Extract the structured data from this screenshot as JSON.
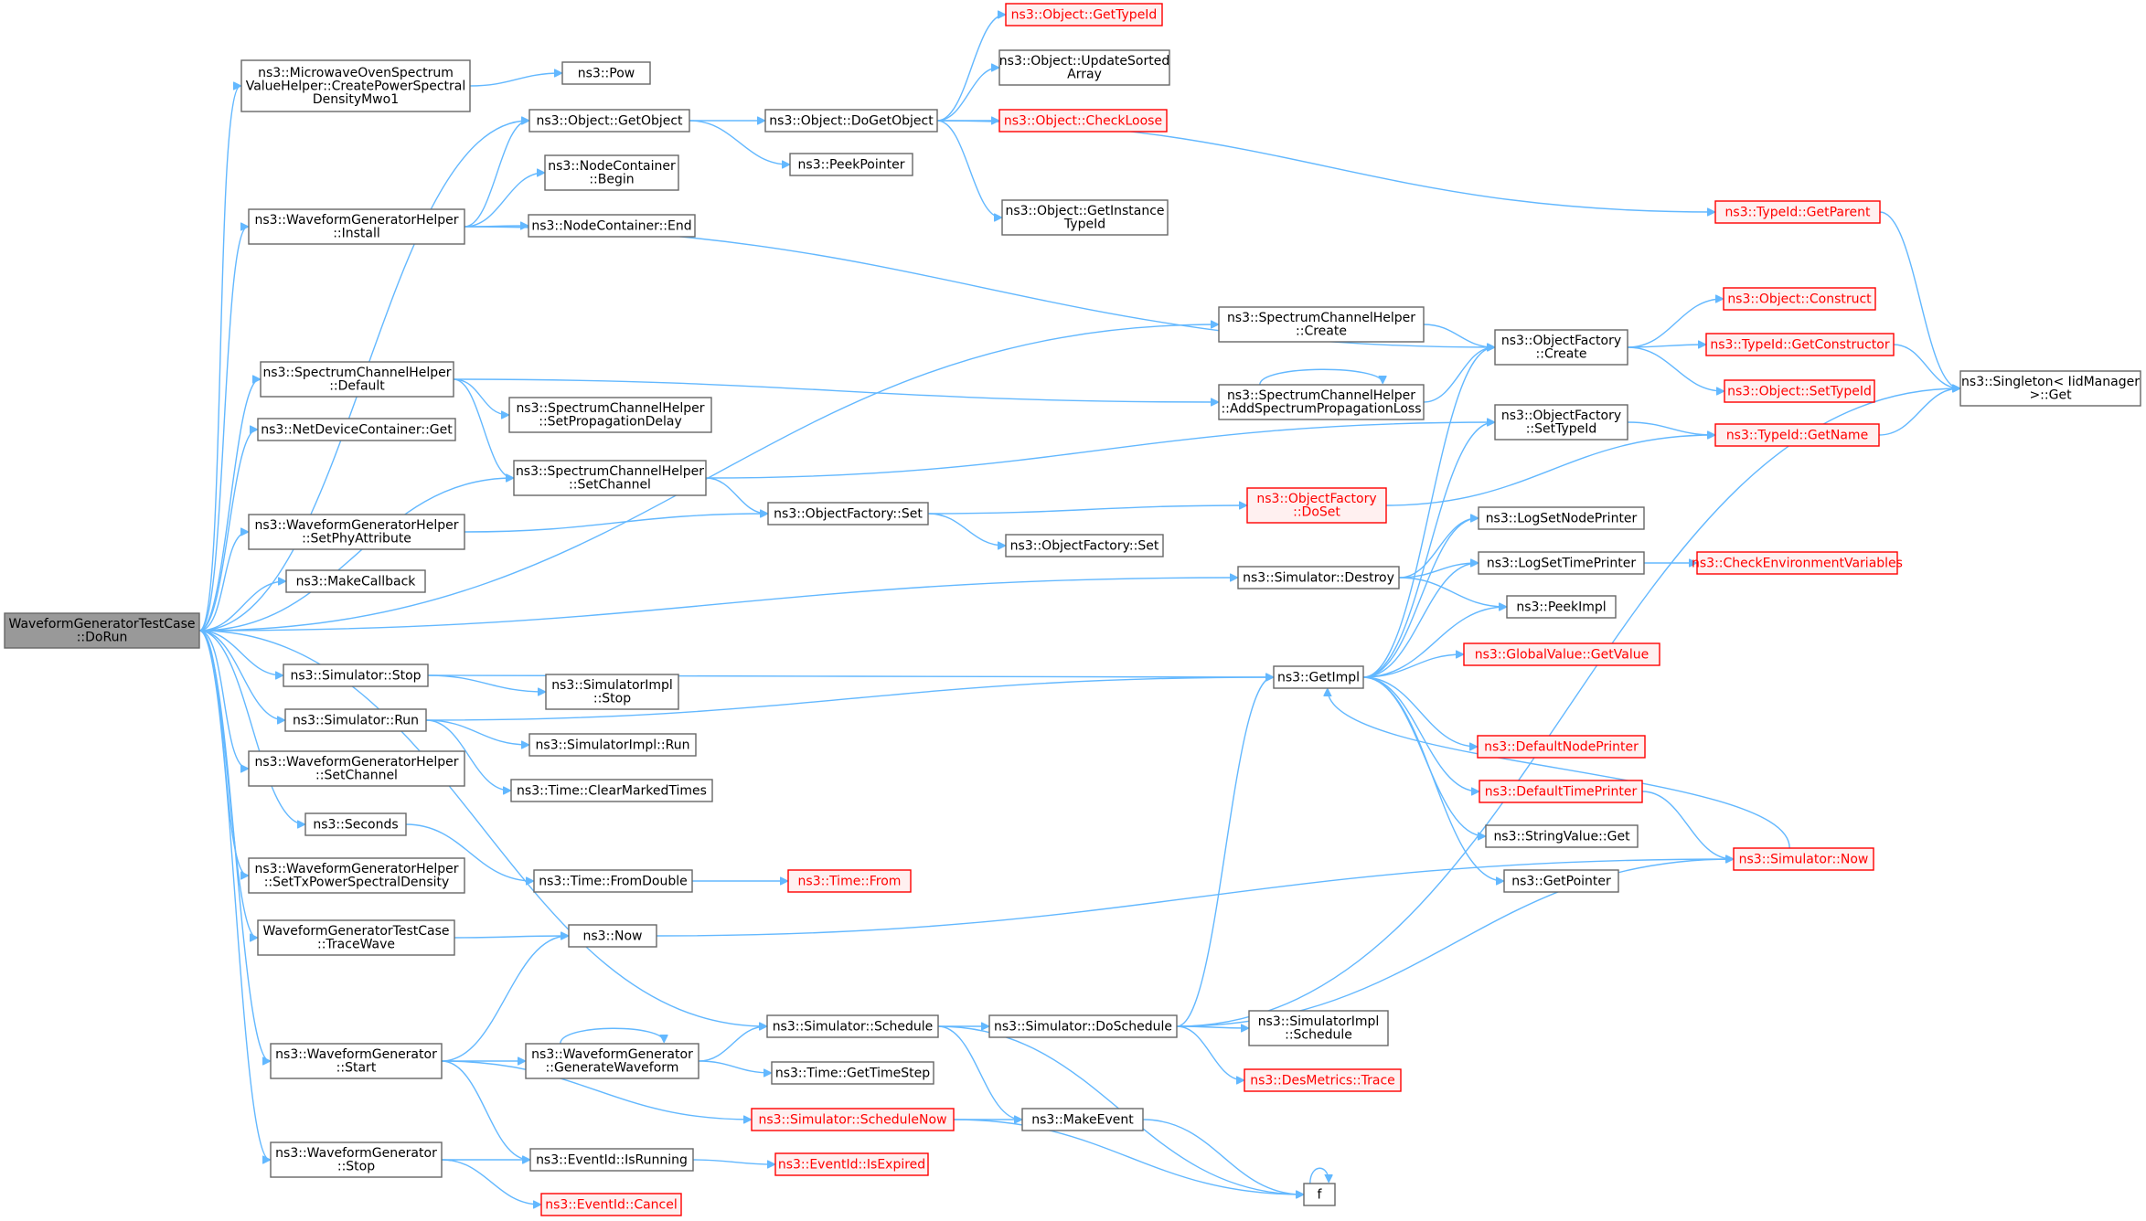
{
  "graph": {
    "colors": {
      "edge": "#63b8ff",
      "node_border": "#666666",
      "node_fill": "#ffffff",
      "root_fill": "#999999",
      "red_border": "#ff0000",
      "red_text": "#ff0000"
    },
    "nodes": [
      {
        "id": "root",
        "lines": [
          "WaveformGeneratorTestCase",
          "::DoRun"
        ],
        "style": "root"
      },
      {
        "id": "mwo",
        "lines": [
          "ns3::MicrowaveOvenSpectrum",
          "ValueHelper::CreatePowerSpectral",
          "DensityMwo1"
        ],
        "style": "normal"
      },
      {
        "id": "pow",
        "lines": [
          "ns3::Pow"
        ],
        "style": "normal"
      },
      {
        "id": "getobj",
        "lines": [
          "ns3::Object::GetObject"
        ],
        "style": "normal"
      },
      {
        "id": "dogetobj",
        "lines": [
          "ns3::Object::DoGetObject"
        ],
        "style": "normal"
      },
      {
        "id": "gettypeid",
        "lines": [
          "ns3::Object::GetTypeId"
        ],
        "style": "red"
      },
      {
        "id": "updsorted",
        "lines": [
          "ns3::Object::UpdateSorted",
          "Array"
        ],
        "style": "normal"
      },
      {
        "id": "checkloose",
        "lines": [
          "ns3::Object::CheckLoose"
        ],
        "style": "red"
      },
      {
        "id": "peekptr",
        "lines": [
          "ns3::PeekPointer"
        ],
        "style": "normal"
      },
      {
        "id": "getinsttid",
        "lines": [
          "ns3::Object::GetInstance",
          "TypeId"
        ],
        "style": "normal"
      },
      {
        "id": "ncbegin",
        "lines": [
          "ns3::NodeContainer",
          "::Begin"
        ],
        "style": "normal"
      },
      {
        "id": "wghinstall",
        "lines": [
          "ns3::WaveformGeneratorHelper",
          "::Install"
        ],
        "style": "normal"
      },
      {
        "id": "ncend",
        "lines": [
          "ns3::NodeContainer::End"
        ],
        "style": "normal"
      },
      {
        "id": "tidgetparent",
        "lines": [
          "ns3::TypeId::GetParent"
        ],
        "style": "red"
      },
      {
        "id": "schcreate",
        "lines": [
          "ns3::SpectrumChannelHelper",
          "::Create"
        ],
        "style": "normal"
      },
      {
        "id": "ofcreate",
        "lines": [
          "ns3::ObjectFactory",
          "::Create"
        ],
        "style": "normal"
      },
      {
        "id": "objconstruct",
        "lines": [
          "ns3::Object::Construct"
        ],
        "style": "red"
      },
      {
        "id": "tidgetctor",
        "lines": [
          "ns3::TypeId::GetConstructor"
        ],
        "style": "red"
      },
      {
        "id": "objsettid",
        "lines": [
          "ns3::Object::SetTypeId"
        ],
        "style": "red"
      },
      {
        "id": "singleton",
        "lines": [
          "ns3::Singleton< IidManager",
          ">::Get"
        ],
        "style": "normal"
      },
      {
        "id": "schdefault",
        "lines": [
          "ns3::SpectrumChannelHelper",
          "::Default"
        ],
        "style": "normal"
      },
      {
        "id": "schaddloss",
        "lines": [
          "ns3::SpectrumChannelHelper",
          "::AddSpectrumPropagationLoss"
        ],
        "style": "normal"
      },
      {
        "id": "schsetdelay",
        "lines": [
          "ns3::SpectrumChannelHelper",
          "::SetPropagationDelay"
        ],
        "style": "normal"
      },
      {
        "id": "ofsettid",
        "lines": [
          "ns3::ObjectFactory",
          "::SetTypeId"
        ],
        "style": "normal"
      },
      {
        "id": "tidgetname",
        "lines": [
          "ns3::TypeId::GetName"
        ],
        "style": "red"
      },
      {
        "id": "ndcget",
        "lines": [
          "ns3::NetDeviceContainer::Get"
        ],
        "style": "normal"
      },
      {
        "id": "schsetchan",
        "lines": [
          "ns3::SpectrumChannelHelper",
          "::SetChannel"
        ],
        "style": "normal"
      },
      {
        "id": "ofdoset",
        "lines": [
          "ns3::ObjectFactory",
          "::DoSet"
        ],
        "style": "red"
      },
      {
        "id": "wghsetphy",
        "lines": [
          "ns3::WaveformGeneratorHelper",
          "::SetPhyAttribute"
        ],
        "style": "normal"
      },
      {
        "id": "ofset",
        "lines": [
          "ns3::ObjectFactory::Set"
        ],
        "style": "normal"
      },
      {
        "id": "ofset2",
        "lines": [
          "ns3::ObjectFactory::Set"
        ],
        "style": "normal"
      },
      {
        "id": "logsetnode",
        "lines": [
          "ns3::LogSetNodePrinter"
        ],
        "style": "normal"
      },
      {
        "id": "makecb",
        "lines": [
          "ns3::MakeCallback"
        ],
        "style": "normal"
      },
      {
        "id": "simdestroy",
        "lines": [
          "ns3::Simulator::Destroy"
        ],
        "style": "normal"
      },
      {
        "id": "logsettime",
        "lines": [
          "ns3::LogSetTimePrinter"
        ],
        "style": "normal"
      },
      {
        "id": "checkenv",
        "lines": [
          "ns3::CheckEnvironmentVariables"
        ],
        "style": "red"
      },
      {
        "id": "peekimpl",
        "lines": [
          "ns3::PeekImpl"
        ],
        "style": "normal"
      },
      {
        "id": "gvgetvalue",
        "lines": [
          "ns3::GlobalValue::GetValue"
        ],
        "style": "red"
      },
      {
        "id": "simstop",
        "lines": [
          "ns3::Simulator::Stop"
        ],
        "style": "normal"
      },
      {
        "id": "getimpl",
        "lines": [
          "ns3::GetImpl"
        ],
        "style": "normal"
      },
      {
        "id": "simimplstop",
        "lines": [
          "ns3::SimulatorImpl",
          "::Stop"
        ],
        "style": "normal"
      },
      {
        "id": "simrun",
        "lines": [
          "ns3::Simulator::Run"
        ],
        "style": "normal"
      },
      {
        "id": "simimplrun",
        "lines": [
          "ns3::SimulatorImpl::Run"
        ],
        "style": "normal"
      },
      {
        "id": "defnodeprinter",
        "lines": [
          "ns3::DefaultNodePrinter"
        ],
        "style": "red"
      },
      {
        "id": "wghsetchan",
        "lines": [
          "ns3::WaveformGeneratorHelper",
          "::SetChannel"
        ],
        "style": "normal"
      },
      {
        "id": "timeclear",
        "lines": [
          "ns3::Time::ClearMarkedTimes"
        ],
        "style": "normal"
      },
      {
        "id": "deftimeprinter",
        "lines": [
          "ns3::DefaultTimePrinter"
        ],
        "style": "red"
      },
      {
        "id": "seconds",
        "lines": [
          "ns3::Seconds"
        ],
        "style": "normal"
      },
      {
        "id": "strvalget",
        "lines": [
          "ns3::StringValue::Get"
        ],
        "style": "normal"
      },
      {
        "id": "wghsettxpsd",
        "lines": [
          "ns3::WaveformGeneratorHelper",
          "::SetTxPowerSpectralDensity"
        ],
        "style": "normal"
      },
      {
        "id": "timefromdouble",
        "lines": [
          "ns3::Time::FromDouble"
        ],
        "style": "normal"
      },
      {
        "id": "timefrom",
        "lines": [
          "ns3::Time::From"
        ],
        "style": "red"
      },
      {
        "id": "getpointer",
        "lines": [
          "ns3::GetPointer"
        ],
        "style": "normal"
      },
      {
        "id": "simnow",
        "lines": [
          "ns3::Simulator::Now"
        ],
        "style": "red"
      },
      {
        "id": "wgtctrace",
        "lines": [
          "WaveformGeneratorTestCase",
          "::TraceWave"
        ],
        "style": "normal"
      },
      {
        "id": "now",
        "lines": [
          "ns3::Now"
        ],
        "style": "normal"
      },
      {
        "id": "simschedule",
        "lines": [
          "ns3::Simulator::Schedule"
        ],
        "style": "normal"
      },
      {
        "id": "simdoschedule",
        "lines": [
          "ns3::Simulator::DoSchedule"
        ],
        "style": "normal"
      },
      {
        "id": "simimplsched",
        "lines": [
          "ns3::SimulatorImpl",
          "::Schedule"
        ],
        "style": "normal"
      },
      {
        "id": "wgstart",
        "lines": [
          "ns3::WaveformGenerator",
          "::Start"
        ],
        "style": "normal"
      },
      {
        "id": "wggenwave",
        "lines": [
          "ns3::WaveformGenerator",
          "::GenerateWaveform"
        ],
        "style": "normal"
      },
      {
        "id": "timegetstep",
        "lines": [
          "ns3::Time::GetTimeStep"
        ],
        "style": "normal"
      },
      {
        "id": "desmetrics",
        "lines": [
          "ns3::DesMetrics::Trace"
        ],
        "style": "red"
      },
      {
        "id": "simschednow",
        "lines": [
          "ns3::Simulator::ScheduleNow"
        ],
        "style": "red"
      },
      {
        "id": "makeevent",
        "lines": [
          "ns3::MakeEvent"
        ],
        "style": "normal"
      },
      {
        "id": "wgstop",
        "lines": [
          "ns3::WaveformGenerator",
          "::Stop"
        ],
        "style": "normal"
      },
      {
        "id": "eidisrunning",
        "lines": [
          "ns3::EventId::IsRunning"
        ],
        "style": "normal"
      },
      {
        "id": "eidisexpired",
        "lines": [
          "ns3::EventId::IsExpired"
        ],
        "style": "red"
      },
      {
        "id": "f",
        "lines": [
          "f"
        ],
        "style": "normal"
      },
      {
        "id": "eidcancel",
        "lines": [
          "ns3::EventId::Cancel"
        ],
        "style": "red"
      }
    ],
    "edges": [
      [
        "root",
        "mwo"
      ],
      [
        "root",
        "getobj"
      ],
      [
        "root",
        "wghinstall"
      ],
      [
        "root",
        "schcreate"
      ],
      [
        "root",
        "schdefault"
      ],
      [
        "root",
        "ndcget"
      ],
      [
        "root",
        "schsetchan"
      ],
      [
        "root",
        "wghsetphy"
      ],
      [
        "root",
        "makecb"
      ],
      [
        "root",
        "simdestroy"
      ],
      [
        "root",
        "simstop"
      ],
      [
        "root",
        "simrun"
      ],
      [
        "root",
        "wghsetchan"
      ],
      [
        "root",
        "seconds"
      ],
      [
        "root",
        "wghsettxpsd"
      ],
      [
        "root",
        "wgtctrace"
      ],
      [
        "root",
        "simschedule"
      ],
      [
        "root",
        "wgstart"
      ],
      [
        "root",
        "wgstop"
      ],
      [
        "mwo",
        "pow"
      ],
      [
        "getobj",
        "dogetobj"
      ],
      [
        "getobj",
        "peekptr"
      ],
      [
        "dogetobj",
        "gettypeid"
      ],
      [
        "dogetobj",
        "updsorted"
      ],
      [
        "dogetobj",
        "checkloose"
      ],
      [
        "dogetobj",
        "getinsttid"
      ],
      [
        "dogetobj",
        "tidgetparent"
      ],
      [
        "wghinstall",
        "getobj"
      ],
      [
        "wghinstall",
        "ncbegin"
      ],
      [
        "wghinstall",
        "ncend"
      ],
      [
        "wghinstall",
        "ofcreate"
      ],
      [
        "tidgetparent",
        "singleton"
      ],
      [
        "schcreate",
        "ofcreate"
      ],
      [
        "ofcreate",
        "objconstruct"
      ],
      [
        "ofcreate",
        "tidgetctor"
      ],
      [
        "ofcreate",
        "objsettid"
      ],
      [
        "tidgetctor",
        "singleton"
      ],
      [
        "schdefault",
        "schaddloss"
      ],
      [
        "schdefault",
        "schsetdelay"
      ],
      [
        "schdefault",
        "schsetchan"
      ],
      [
        "schaddloss",
        "ofcreate"
      ],
      [
        "schaddloss",
        "schaddloss"
      ],
      [
        "ofsettid",
        "tidgetname"
      ],
      [
        "tidgetname",
        "singleton"
      ],
      [
        "schsetchan",
        "ofsettid"
      ],
      [
        "schsetchan",
        "ofset"
      ],
      [
        "wghsetphy",
        "ofset"
      ],
      [
        "ofset",
        "ofdoset"
      ],
      [
        "ofset",
        "ofset2"
      ],
      [
        "ofdoset",
        "tidgetname"
      ],
      [
        "simdestroy",
        "logsetnode"
      ],
      [
        "simdestroy",
        "logsettime"
      ],
      [
        "simdestroy",
        "peekimpl"
      ],
      [
        "logsettime",
        "checkenv"
      ],
      [
        "simstop",
        "getimpl"
      ],
      [
        "simstop",
        "simimplstop"
      ],
      [
        "simrun",
        "getimpl"
      ],
      [
        "simrun",
        "simimplrun"
      ],
      [
        "simrun",
        "timeclear"
      ],
      [
        "getimpl",
        "ofcreate"
      ],
      [
        "getimpl",
        "ofsettid"
      ],
      [
        "getimpl",
        "logsetnode"
      ],
      [
        "getimpl",
        "logsettime"
      ],
      [
        "getimpl",
        "peekimpl"
      ],
      [
        "getimpl",
        "gvgetvalue"
      ],
      [
        "getimpl",
        "defnodeprinter"
      ],
      [
        "getimpl",
        "deftimeprinter"
      ],
      [
        "getimpl",
        "strvalget"
      ],
      [
        "getimpl",
        "getpointer"
      ],
      [
        "deftimeprinter",
        "simnow"
      ],
      [
        "simnow",
        "getimpl"
      ],
      [
        "seconds",
        "timefromdouble"
      ],
      [
        "timefromdouble",
        "timefrom"
      ],
      [
        "wgtctrace",
        "now"
      ],
      [
        "now",
        "simnow"
      ],
      [
        "simschedule",
        "simdoschedule"
      ],
      [
        "simschedule",
        "makeevent"
      ],
      [
        "simschedule",
        "f"
      ],
      [
        "simdoschedule",
        "getimpl"
      ],
      [
        "simdoschedule",
        "simimplsched"
      ],
      [
        "simdoschedule",
        "desmetrics"
      ],
      [
        "simdoschedule",
        "simnow"
      ],
      [
        "simdoschedule",
        "singleton"
      ],
      [
        "wgstart",
        "now"
      ],
      [
        "wgstart",
        "wggenwave"
      ],
      [
        "wgstart",
        "simschednow"
      ],
      [
        "wgstart",
        "eidisrunning"
      ],
      [
        "wggenwave",
        "simschedule"
      ],
      [
        "wggenwave",
        "timegetstep"
      ],
      [
        "wggenwave",
        "wggenwave"
      ],
      [
        "simschednow",
        "makeevent"
      ],
      [
        "simschednow",
        "f"
      ],
      [
        "makeevent",
        "f"
      ],
      [
        "f",
        "f"
      ],
      [
        "wgstop",
        "eidisrunning"
      ],
      [
        "wgstop",
        "eidcancel"
      ],
      [
        "eidisrunning",
        "eidisexpired"
      ]
    ]
  }
}
